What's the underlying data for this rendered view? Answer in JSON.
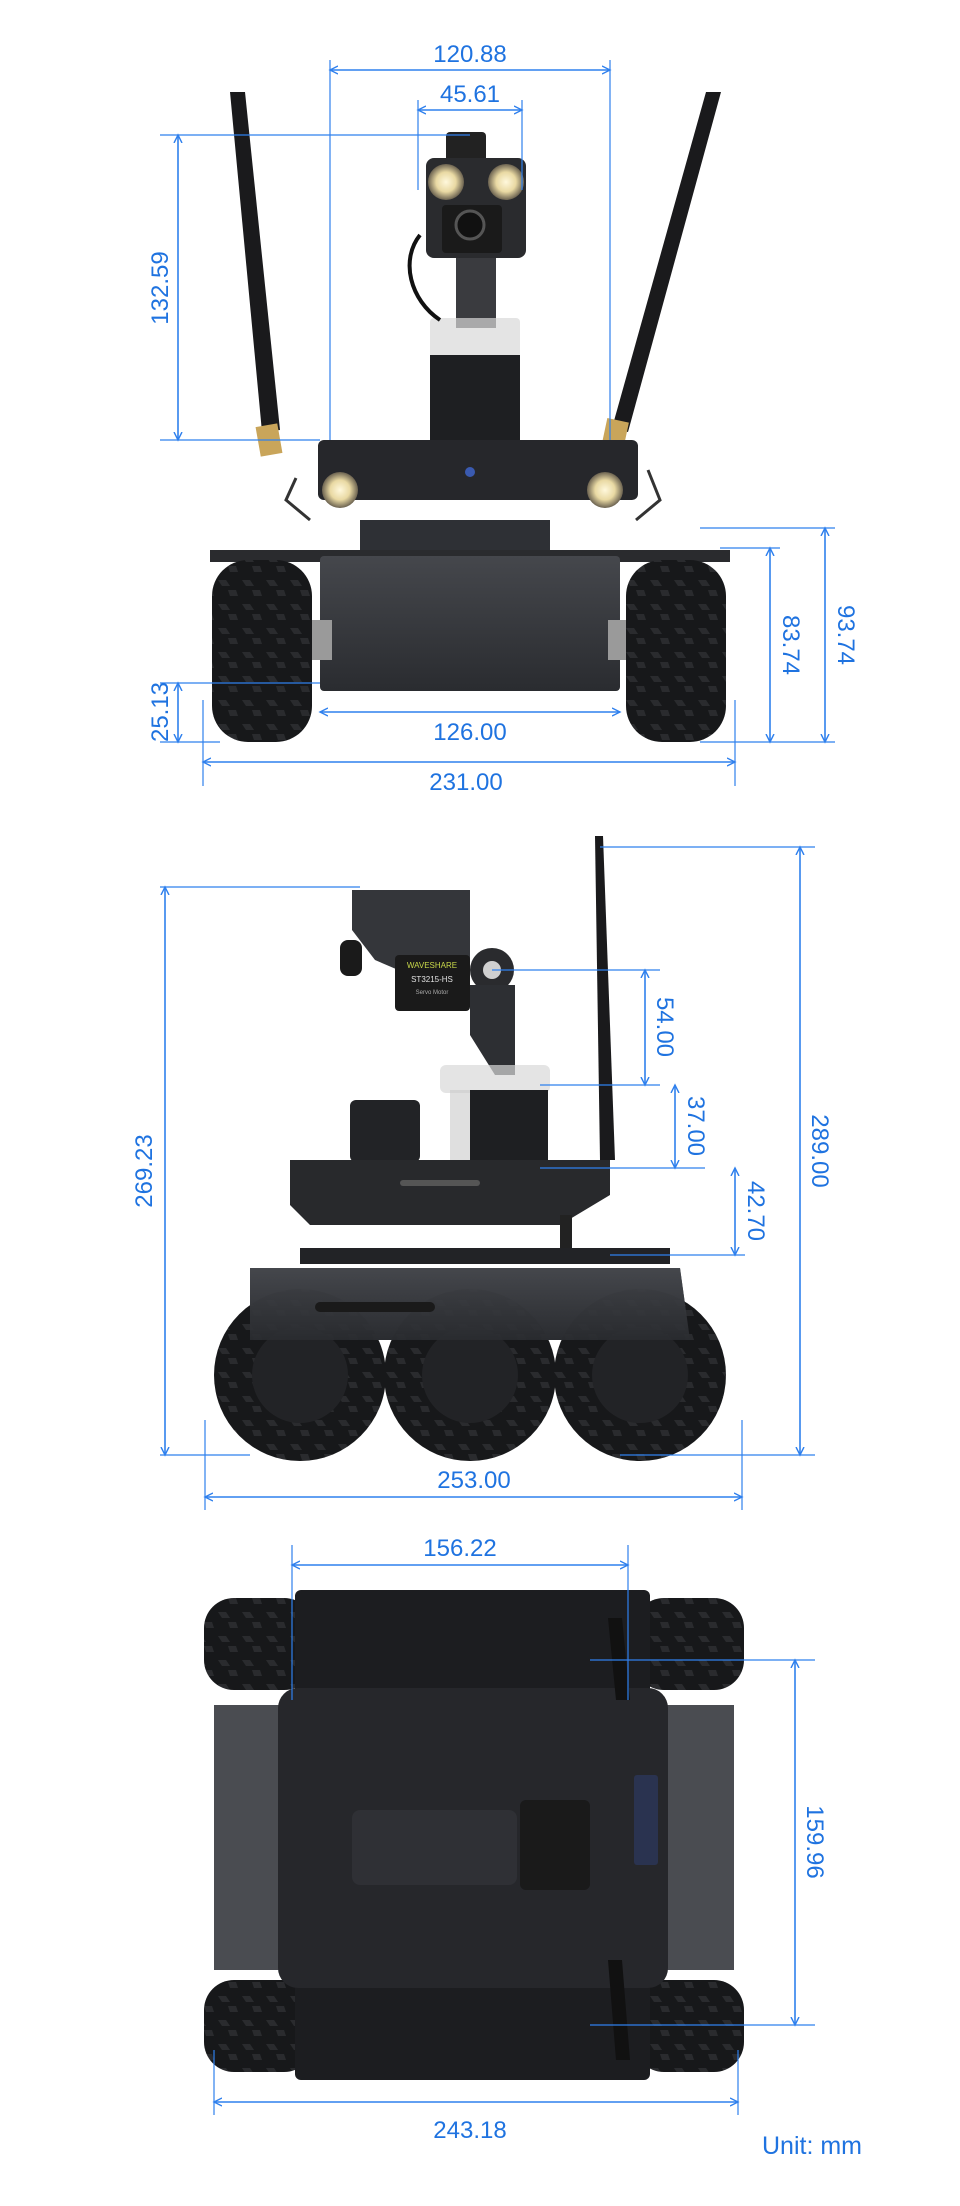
{
  "colors": {
    "dimension": "#1f73e0",
    "chassis": "#2b2d31",
    "tire": "#17181a",
    "plate": "#1c1d20"
  },
  "front_view": {
    "width_top": "120.88",
    "width_camera": "45.61",
    "height_mast": "132.59",
    "height_right_outer": "93.74",
    "height_right_inner": "83.74",
    "ground_clearance": "25.13",
    "width_inner": "126.00",
    "width_overall": "231.00"
  },
  "side_view": {
    "height_left": "269.23",
    "height_servo": "54.00",
    "height_mid": "37.00",
    "height_lower": "42.70",
    "height_total": "289.00",
    "length_overall": "253.00",
    "servo_brand": "WAVESHARE",
    "servo_model": "ST3215-HS",
    "servo_type": "Servo Motor"
  },
  "top_view": {
    "width_top": "156.22",
    "length_right": "159.96",
    "width_bottom": "243.18"
  },
  "unit_label": "Unit: mm"
}
